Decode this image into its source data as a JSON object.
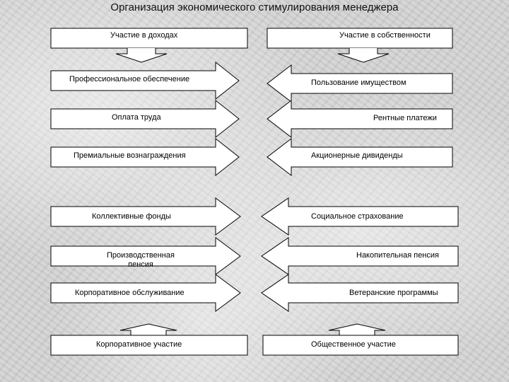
{
  "title": "Организация экономического стимулирования менеджера",
  "colors": {
    "box_fill": "#ffffff",
    "stroke": "#000000"
  },
  "left_top": "Участие в доходах",
  "right_top": "Участие в собственности",
  "left_items": [
    "Профессиональное обеспечение",
    "Оплата труда",
    "Премиальные вознаграждения",
    "Коллективные фонды",
    "Производственная пенсия",
    "Корпоративное обслуживание"
  ],
  "right_items": [
    "Пользование имуществом",
    "Рентные платежи",
    "Акционерные дивиденды",
    "Социальное страхование",
    "Накопительная пенсия",
    "Ветеранские программы"
  ],
  "left_bottom": "Корпоративное участие",
  "right_bottom": "Общественное участие"
}
